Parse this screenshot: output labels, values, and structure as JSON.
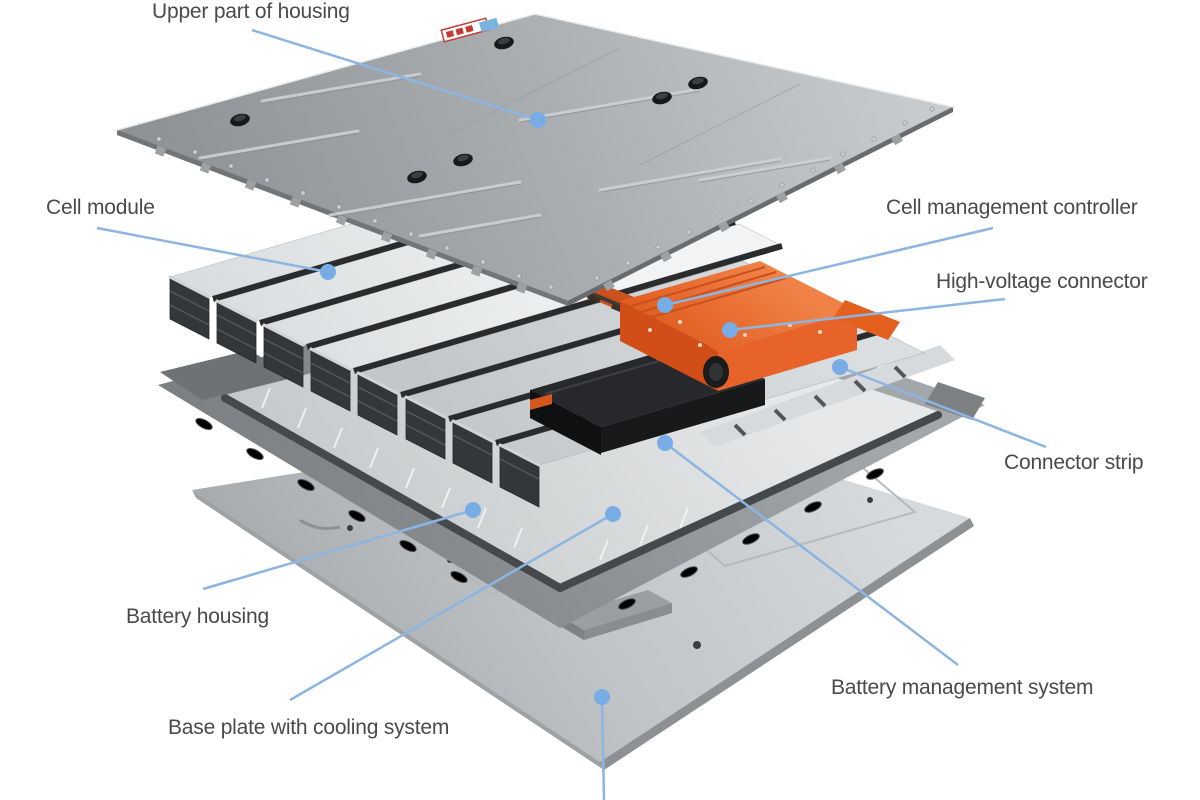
{
  "diagram": {
    "subject": "EV battery pack exploded view",
    "background_color": "#ffffff",
    "label_text_color": "#4a4a49",
    "leader_line_color": "#8cb5e1",
    "leader_dot_color": "#77ade4",
    "accent_orange": "#e55d20",
    "labels": [
      {
        "id": "upper-housing",
        "text": "Upper part of housing"
      },
      {
        "id": "cell-module",
        "text": "Cell module"
      },
      {
        "id": "cell-management-controller",
        "text": "Cell management controller"
      },
      {
        "id": "high-voltage-connector",
        "text": "High-voltage connector"
      },
      {
        "id": "connector-strip",
        "text": "Connector strip"
      },
      {
        "id": "battery-housing",
        "text": "Battery housing"
      },
      {
        "id": "base-plate",
        "text": "Base plate with cooling system"
      },
      {
        "id": "battery-management-system",
        "text": "Battery management system"
      }
    ],
    "cut_off_leader": {
      "visible": true,
      "note": "leader line at bottom center runs off the image edge; its label is cropped out"
    }
  }
}
